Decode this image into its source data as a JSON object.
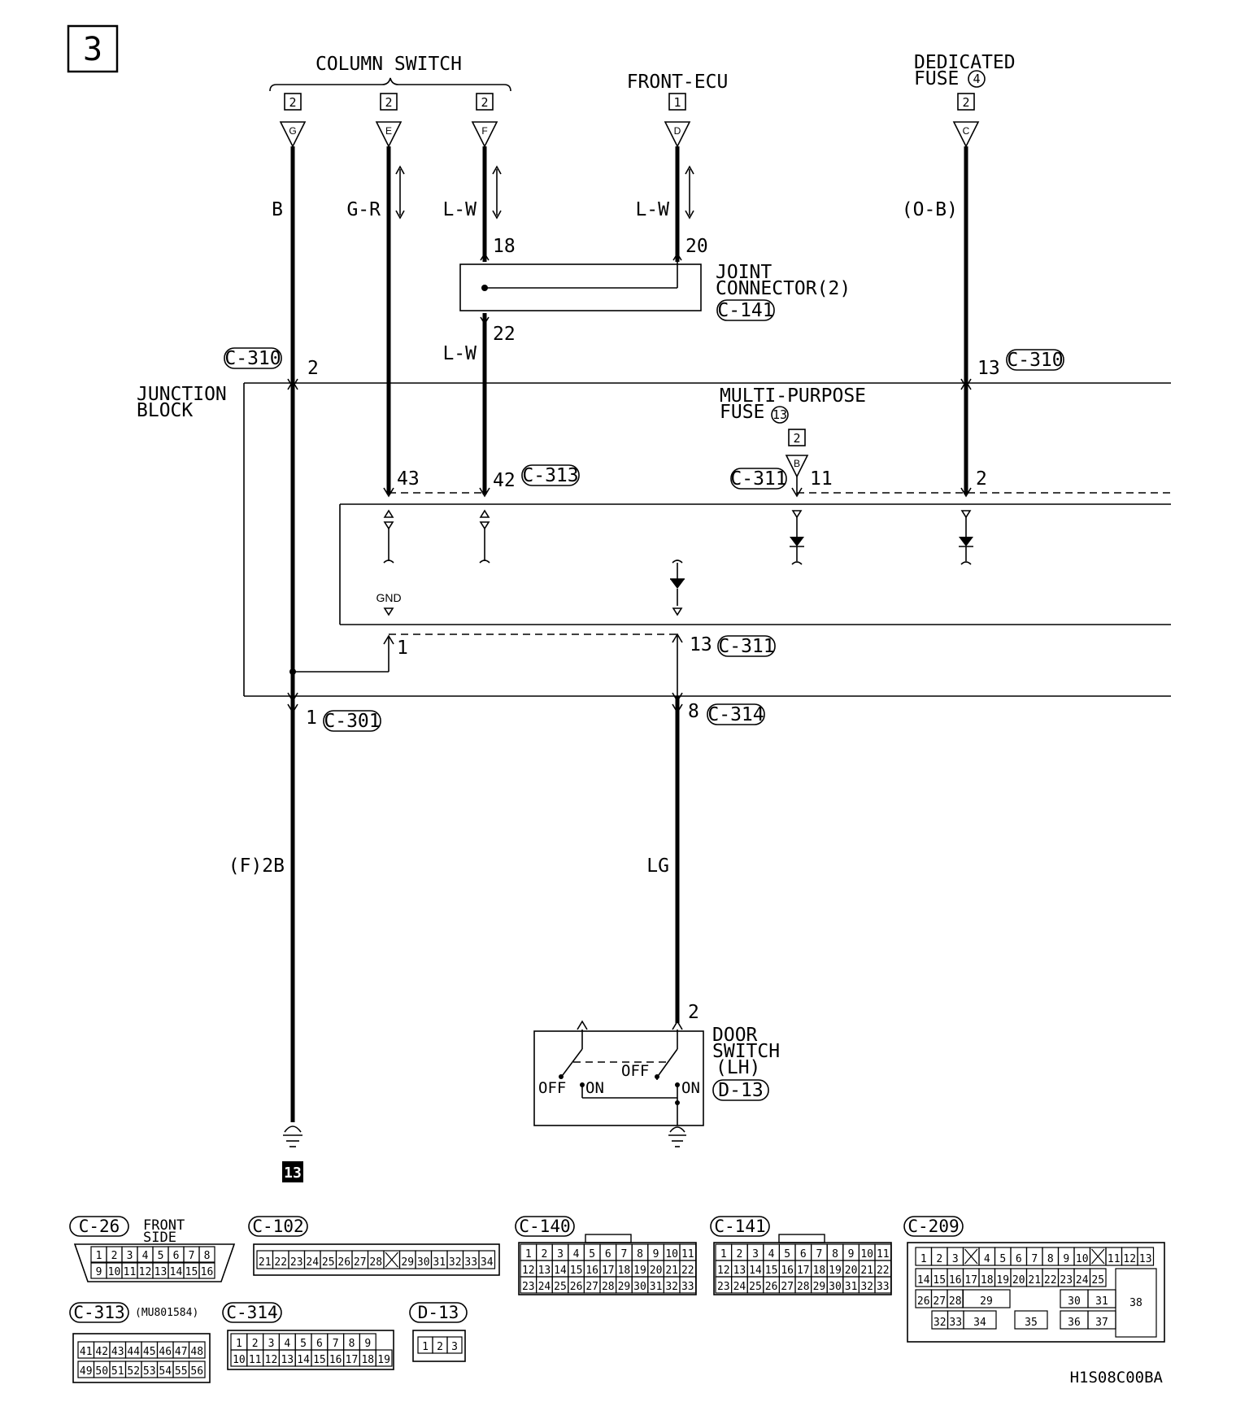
{
  "page_number": "3",
  "header": {
    "column_switch": "COLUMN SWITCH",
    "front_ecu": "FRONT-ECU",
    "dedicated_fuse_line1": "DEDICATED",
    "dedicated_fuse_line2": "FUSE",
    "dedicated_fuse_num": "4"
  },
  "terminals": [
    {
      "box": "2",
      "pin": "G"
    },
    {
      "box": "2",
      "pin": "E"
    },
    {
      "box": "2",
      "pin": "F"
    },
    {
      "box": "1",
      "pin": "D"
    },
    {
      "box": "2",
      "pin": "C"
    }
  ],
  "wire_colors": {
    "w1": "B",
    "w2": "G-R",
    "w3": "L-W",
    "w4": "L-W",
    "w5": "(O-B)",
    "w3b": "L-W",
    "bottom_left": "(F)2B",
    "bottom_mid": "LG"
  },
  "joint": {
    "line1": "JOINT",
    "line2": "CONNECTOR(2)",
    "connector": "C-141",
    "pin_a": "18",
    "pin_b": "20",
    "pin_c": "22"
  },
  "junction": {
    "line1": "JUNCTION",
    "line2": "BLOCK",
    "mpf_line1": "MULTI-PURPOSE",
    "mpf_line2": "FUSE",
    "mpf_num": "13",
    "mpf_box": "2",
    "mpf_pin": "B"
  },
  "connectors": {
    "c310_left": "C-310",
    "c310_left_pin": "2",
    "c310_right": "C-310",
    "c310_right_pin": "13",
    "c313": "C-313",
    "pin43": "43",
    "pin42": "42",
    "c311a": "C-311",
    "pin11": "11",
    "pin2": "2",
    "gnd": "GND",
    "pin1": "1",
    "c311b": "C-311",
    "pin13": "13",
    "c301": "C-301",
    "c301_pin": "1",
    "c314": "C-314",
    "c314_pin": "8"
  },
  "door_switch": {
    "line1": "DOOR",
    "line2": "SWITCH",
    "line3": "(LH)",
    "connector": "D-13",
    "off": "OFF",
    "on": "ON",
    "pin": "2"
  },
  "ground_ref": "13",
  "connector_views": {
    "c26": {
      "name": "C-26",
      "note1": "FRONT",
      "note2": "SIDE",
      "row1": [
        "1",
        "2",
        "3",
        "4",
        "5",
        "6",
        "7",
        "8"
      ],
      "row2": [
        "9",
        "10",
        "11",
        "12",
        "13",
        "14",
        "15",
        "16"
      ]
    },
    "c102": {
      "name": "C-102",
      "row": [
        "21",
        "22",
        "23",
        "24",
        "25",
        "26",
        "27",
        "28",
        "X",
        "29",
        "30",
        "31",
        "32",
        "33",
        "34"
      ]
    },
    "c140": {
      "name": "C-140",
      "row1": [
        "1",
        "2",
        "3",
        "4",
        "5",
        "6",
        "7",
        "8",
        "9",
        "10",
        "11"
      ],
      "row2": [
        "12",
        "13",
        "14",
        "15",
        "16",
        "17",
        "18",
        "19",
        "20",
        "21",
        "22"
      ],
      "row3": [
        "23",
        "24",
        "25",
        "26",
        "27",
        "28",
        "29",
        "30",
        "31",
        "32",
        "33"
      ]
    },
    "c141": {
      "name": "C-141",
      "row1": [
        "1",
        "2",
        "3",
        "4",
        "5",
        "6",
        "7",
        "8",
        "9",
        "10",
        "11"
      ],
      "row2": [
        "12",
        "13",
        "14",
        "15",
        "16",
        "17",
        "18",
        "19",
        "20",
        "21",
        "22"
      ],
      "row3": [
        "23",
        "24",
        "25",
        "26",
        "27",
        "28",
        "29",
        "30",
        "31",
        "32",
        "33"
      ]
    },
    "c209": {
      "name": "C-209",
      "row1": [
        "1",
        "2",
        "3",
        "X",
        "4",
        "5",
        "6",
        "7",
        "8",
        "9",
        "10",
        "X",
        "11",
        "12",
        "13"
      ],
      "row2": [
        "14",
        "15",
        "16",
        "17",
        "18",
        "19",
        "20",
        "21",
        "22",
        "23",
        "24",
        "25"
      ],
      "row3": [
        "26",
        "27",
        "28",
        "29",
        "30",
        "31"
      ],
      "row4": [
        "32",
        "33",
        "34",
        "35",
        "36",
        "37"
      ],
      "big": "38"
    },
    "c313": {
      "name": "C-313",
      "part": "(MU801584)",
      "row1": [
        "41",
        "42",
        "43",
        "44",
        "45",
        "46",
        "47",
        "48"
      ],
      "row2": [
        "49",
        "50",
        "51",
        "52",
        "53",
        "54",
        "55",
        "56"
      ]
    },
    "c314": {
      "name": "C-314",
      "row1": [
        "1",
        "2",
        "3",
        "4",
        "5",
        "6",
        "7",
        "8",
        "9"
      ],
      "row2": [
        "10",
        "11",
        "12",
        "13",
        "14",
        "15",
        "16",
        "17",
        "18",
        "19"
      ]
    },
    "d13": {
      "name": "D-13",
      "row": [
        "1",
        "2",
        "3"
      ]
    }
  },
  "figure_code": "H1S08C00BA"
}
